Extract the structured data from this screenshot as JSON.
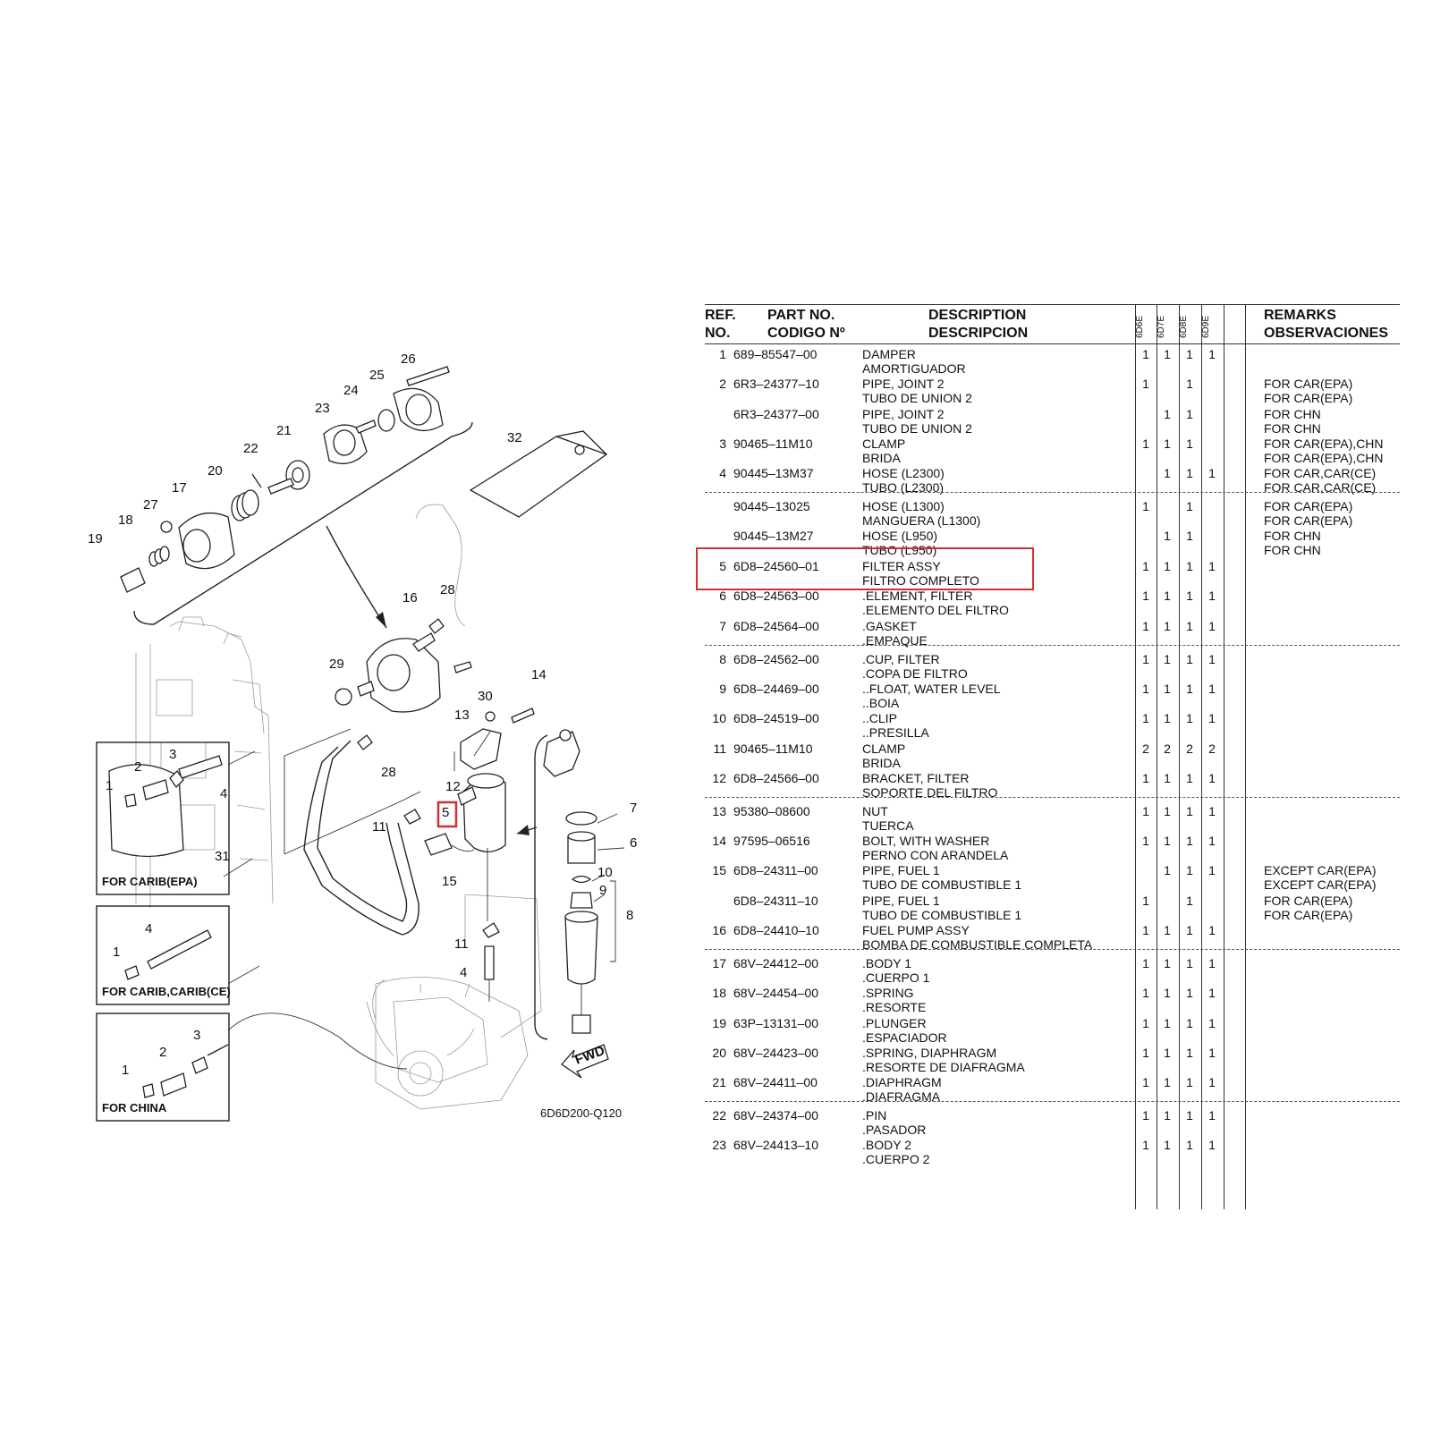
{
  "diagram": {
    "figure_code": "6D6D200-Q120",
    "fwd_label": "FWD",
    "inset_labels": [
      "FOR CARIB(EPA)",
      "FOR CARIB,CARIB(CE)",
      "FOR CHINA"
    ],
    "callouts": [
      "26",
      "25",
      "24",
      "23",
      "32",
      "21",
      "22",
      "20",
      "27",
      "17",
      "18",
      "19",
      "16",
      "28",
      "29",
      "30",
      "14",
      "13",
      "12",
      "5",
      "11",
      "15",
      "28",
      "7",
      "6",
      "10",
      "9",
      "8",
      "11",
      "4",
      "3",
      "2",
      "1",
      "4",
      "31",
      "4",
      "1",
      "3",
      "2",
      "1"
    ]
  },
  "table": {
    "headers": {
      "ref_1": "REF.",
      "ref_2": "NO.",
      "part_1": "PART NO.",
      "part_2": "CODIGO Nº",
      "desc_1": "DESCRIPTION",
      "desc_2": "DESCRIPCION",
      "rem_1": "REMARKS",
      "rem_2": "OBSERVACIONES",
      "models": [
        "6D6E",
        "6D7E",
        "6D8E",
        "6D9E"
      ]
    },
    "rows": [
      {
        "ref": "1",
        "part": "689–85547–00",
        "desc1": "DAMPER",
        "desc2": "AMORTIGUADOR",
        "q": [
          "1",
          "1",
          "1",
          "1"
        ],
        "rem1": "",
        "rem2": ""
      },
      {
        "ref": "2",
        "part": "6R3–24377–10",
        "desc1": "PIPE, JOINT 2",
        "desc2": "TUBO DE UNION 2",
        "q": [
          "1",
          "",
          "1",
          ""
        ],
        "rem1": "FOR CAR(EPA)",
        "rem2": "FOR CAR(EPA)"
      },
      {
        "ref": "",
        "part": "6R3–24377–00",
        "desc1": "PIPE, JOINT 2",
        "desc2": "TUBO DE UNION 2",
        "q": [
          "",
          "1",
          "1",
          ""
        ],
        "rem1": "FOR CHN",
        "rem2": "FOR CHN"
      },
      {
        "ref": "3",
        "part": "90465–11M10",
        "desc1": "CLAMP",
        "desc2": "BRIDA",
        "q": [
          "1",
          "1",
          "1",
          ""
        ],
        "rem1": "FOR CAR(EPA),CHN",
        "rem2": "FOR CAR(EPA),CHN"
      },
      {
        "ref": "4",
        "part": "90445–13M37",
        "desc1": "HOSE (L2300)",
        "desc2": "TUBO (L2300)",
        "q": [
          "",
          "1",
          "1",
          "1"
        ],
        "rem1": "FOR CAR,CAR(CE)",
        "rem2": "FOR CAR,CAR(CE)"
      },
      {
        "ref": "",
        "part": "90445–13025",
        "desc1": "HOSE (L1300)",
        "desc2": "MANGUERA (L1300)",
        "q": [
          "1",
          "",
          "1",
          ""
        ],
        "rem1": "FOR CAR(EPA)",
        "rem2": "FOR CAR(EPA)"
      },
      {
        "ref": "",
        "part": "90445–13M27",
        "desc1": "HOSE (L950)",
        "desc2": "TUBO (L950)",
        "q": [
          "",
          "1",
          "1",
          ""
        ],
        "rem1": "FOR CHN",
        "rem2": "FOR CHN"
      },
      {
        "ref": "5",
        "part": "6D8–24560–01",
        "desc1": "FILTER ASSY",
        "desc2": "FILTRO COMPLETO",
        "q": [
          "1",
          "1",
          "1",
          "1"
        ],
        "rem1": "",
        "rem2": ""
      },
      {
        "ref": "6",
        "part": "6D8–24563–00",
        "desc1": ".ELEMENT, FILTER",
        "desc2": ".ELEMENTO DEL FILTRO",
        "q": [
          "1",
          "1",
          "1",
          "1"
        ],
        "rem1": "",
        "rem2": ""
      },
      {
        "ref": "7",
        "part": "6D8–24564–00",
        "desc1": ".GASKET",
        "desc2": ".EMPAQUE",
        "q": [
          "1",
          "1",
          "1",
          "1"
        ],
        "rem1": "",
        "rem2": ""
      },
      {
        "ref": "8",
        "part": "6D8–24562–00",
        "desc1": ".CUP, FILTER",
        "desc2": ".COPA DE FILTRO",
        "q": [
          "1",
          "1",
          "1",
          "1"
        ],
        "rem1": "",
        "rem2": ""
      },
      {
        "ref": "9",
        "part": "6D8–24469–00",
        "desc1": "..FLOAT, WATER LEVEL",
        "desc2": "..BOIA",
        "q": [
          "1",
          "1",
          "1",
          "1"
        ],
        "rem1": "",
        "rem2": ""
      },
      {
        "ref": "10",
        "part": "6D8–24519–00",
        "desc1": "..CLIP",
        "desc2": "..PRESILLA",
        "q": [
          "1",
          "1",
          "1",
          "1"
        ],
        "rem1": "",
        "rem2": ""
      },
      {
        "ref": "11",
        "part": "90465–11M10",
        "desc1": "CLAMP",
        "desc2": "BRIDA",
        "q": [
          "2",
          "2",
          "2",
          "2"
        ],
        "rem1": "",
        "rem2": ""
      },
      {
        "ref": "12",
        "part": "6D8–24566–00",
        "desc1": "BRACKET, FILTER",
        "desc2": "SOPORTE DEL FILTRO",
        "q": [
          "1",
          "1",
          "1",
          "1"
        ],
        "rem1": "",
        "rem2": ""
      },
      {
        "ref": "13",
        "part": "95380–08600",
        "desc1": "NUT",
        "desc2": "TUERCA",
        "q": [
          "1",
          "1",
          "1",
          "1"
        ],
        "rem1": "",
        "rem2": ""
      },
      {
        "ref": "14",
        "part": "97595–06516",
        "desc1": "BOLT, WITH WASHER",
        "desc2": "PERNO CON ARANDELA",
        "q": [
          "1",
          "1",
          "1",
          "1"
        ],
        "rem1": "",
        "rem2": ""
      },
      {
        "ref": "15",
        "part": "6D8–24311–00",
        "desc1": "PIPE, FUEL 1",
        "desc2": "TUBO DE COMBUSTIBLE 1",
        "q": [
          "",
          "1",
          "1",
          "1"
        ],
        "rem1": "EXCEPT CAR(EPA)",
        "rem2": "EXCEPT CAR(EPA)"
      },
      {
        "ref": "",
        "part": "6D8–24311–10",
        "desc1": "PIPE, FUEL 1",
        "desc2": "TUBO DE COMBUSTIBLE 1",
        "q": [
          "1",
          "",
          "1",
          ""
        ],
        "rem1": "FOR CAR(EPA)",
        "rem2": "FOR CAR(EPA)"
      },
      {
        "ref": "16",
        "part": "6D8–24410–10",
        "desc1": "FUEL PUMP ASSY",
        "desc2": "BOMBA DE COMBUSTIBLE COMPLETA",
        "q": [
          "1",
          "1",
          "1",
          "1"
        ],
        "rem1": "",
        "rem2": ""
      },
      {
        "ref": "17",
        "part": "68V–24412–00",
        "desc1": ".BODY 1",
        "desc2": ".CUERPO 1",
        "q": [
          "1",
          "1",
          "1",
          "1"
        ],
        "rem1": "",
        "rem2": ""
      },
      {
        "ref": "18",
        "part": "68V–24454–00",
        "desc1": ".SPRING",
        "desc2": ".RESORTE",
        "q": [
          "1",
          "1",
          "1",
          "1"
        ],
        "rem1": "",
        "rem2": ""
      },
      {
        "ref": "19",
        "part": "63P–13131–00",
        "desc1": ".PLUNGER",
        "desc2": ".ESPACIADOR",
        "q": [
          "1",
          "1",
          "1",
          "1"
        ],
        "rem1": "",
        "rem2": ""
      },
      {
        "ref": "20",
        "part": "68V–24423–00",
        "desc1": ".SPRING, DIAPHRAGM",
        "desc2": ".RESORTE DE DIAFRAGMA",
        "q": [
          "1",
          "1",
          "1",
          "1"
        ],
        "rem1": "",
        "rem2": ""
      },
      {
        "ref": "21",
        "part": "68V–24411–00",
        "desc1": ".DIAPHRAGM",
        "desc2": ".DIAFRAGMA",
        "q": [
          "1",
          "1",
          "1",
          "1"
        ],
        "rem1": "",
        "rem2": ""
      },
      {
        "ref": "22",
        "part": "68V–24374–00",
        "desc1": ".PIN",
        "desc2": ".PASADOR",
        "q": [
          "1",
          "1",
          "1",
          "1"
        ],
        "rem1": "",
        "rem2": ""
      },
      {
        "ref": "23",
        "part": "68V–24413–10",
        "desc1": ".BODY 2",
        "desc2": ".CUERPO 2",
        "q": [
          "1",
          "1",
          "1",
          "1"
        ],
        "rem1": "",
        "rem2": ""
      }
    ]
  },
  "colors": {
    "highlight": "#d32f2f",
    "ink": "#111111"
  }
}
